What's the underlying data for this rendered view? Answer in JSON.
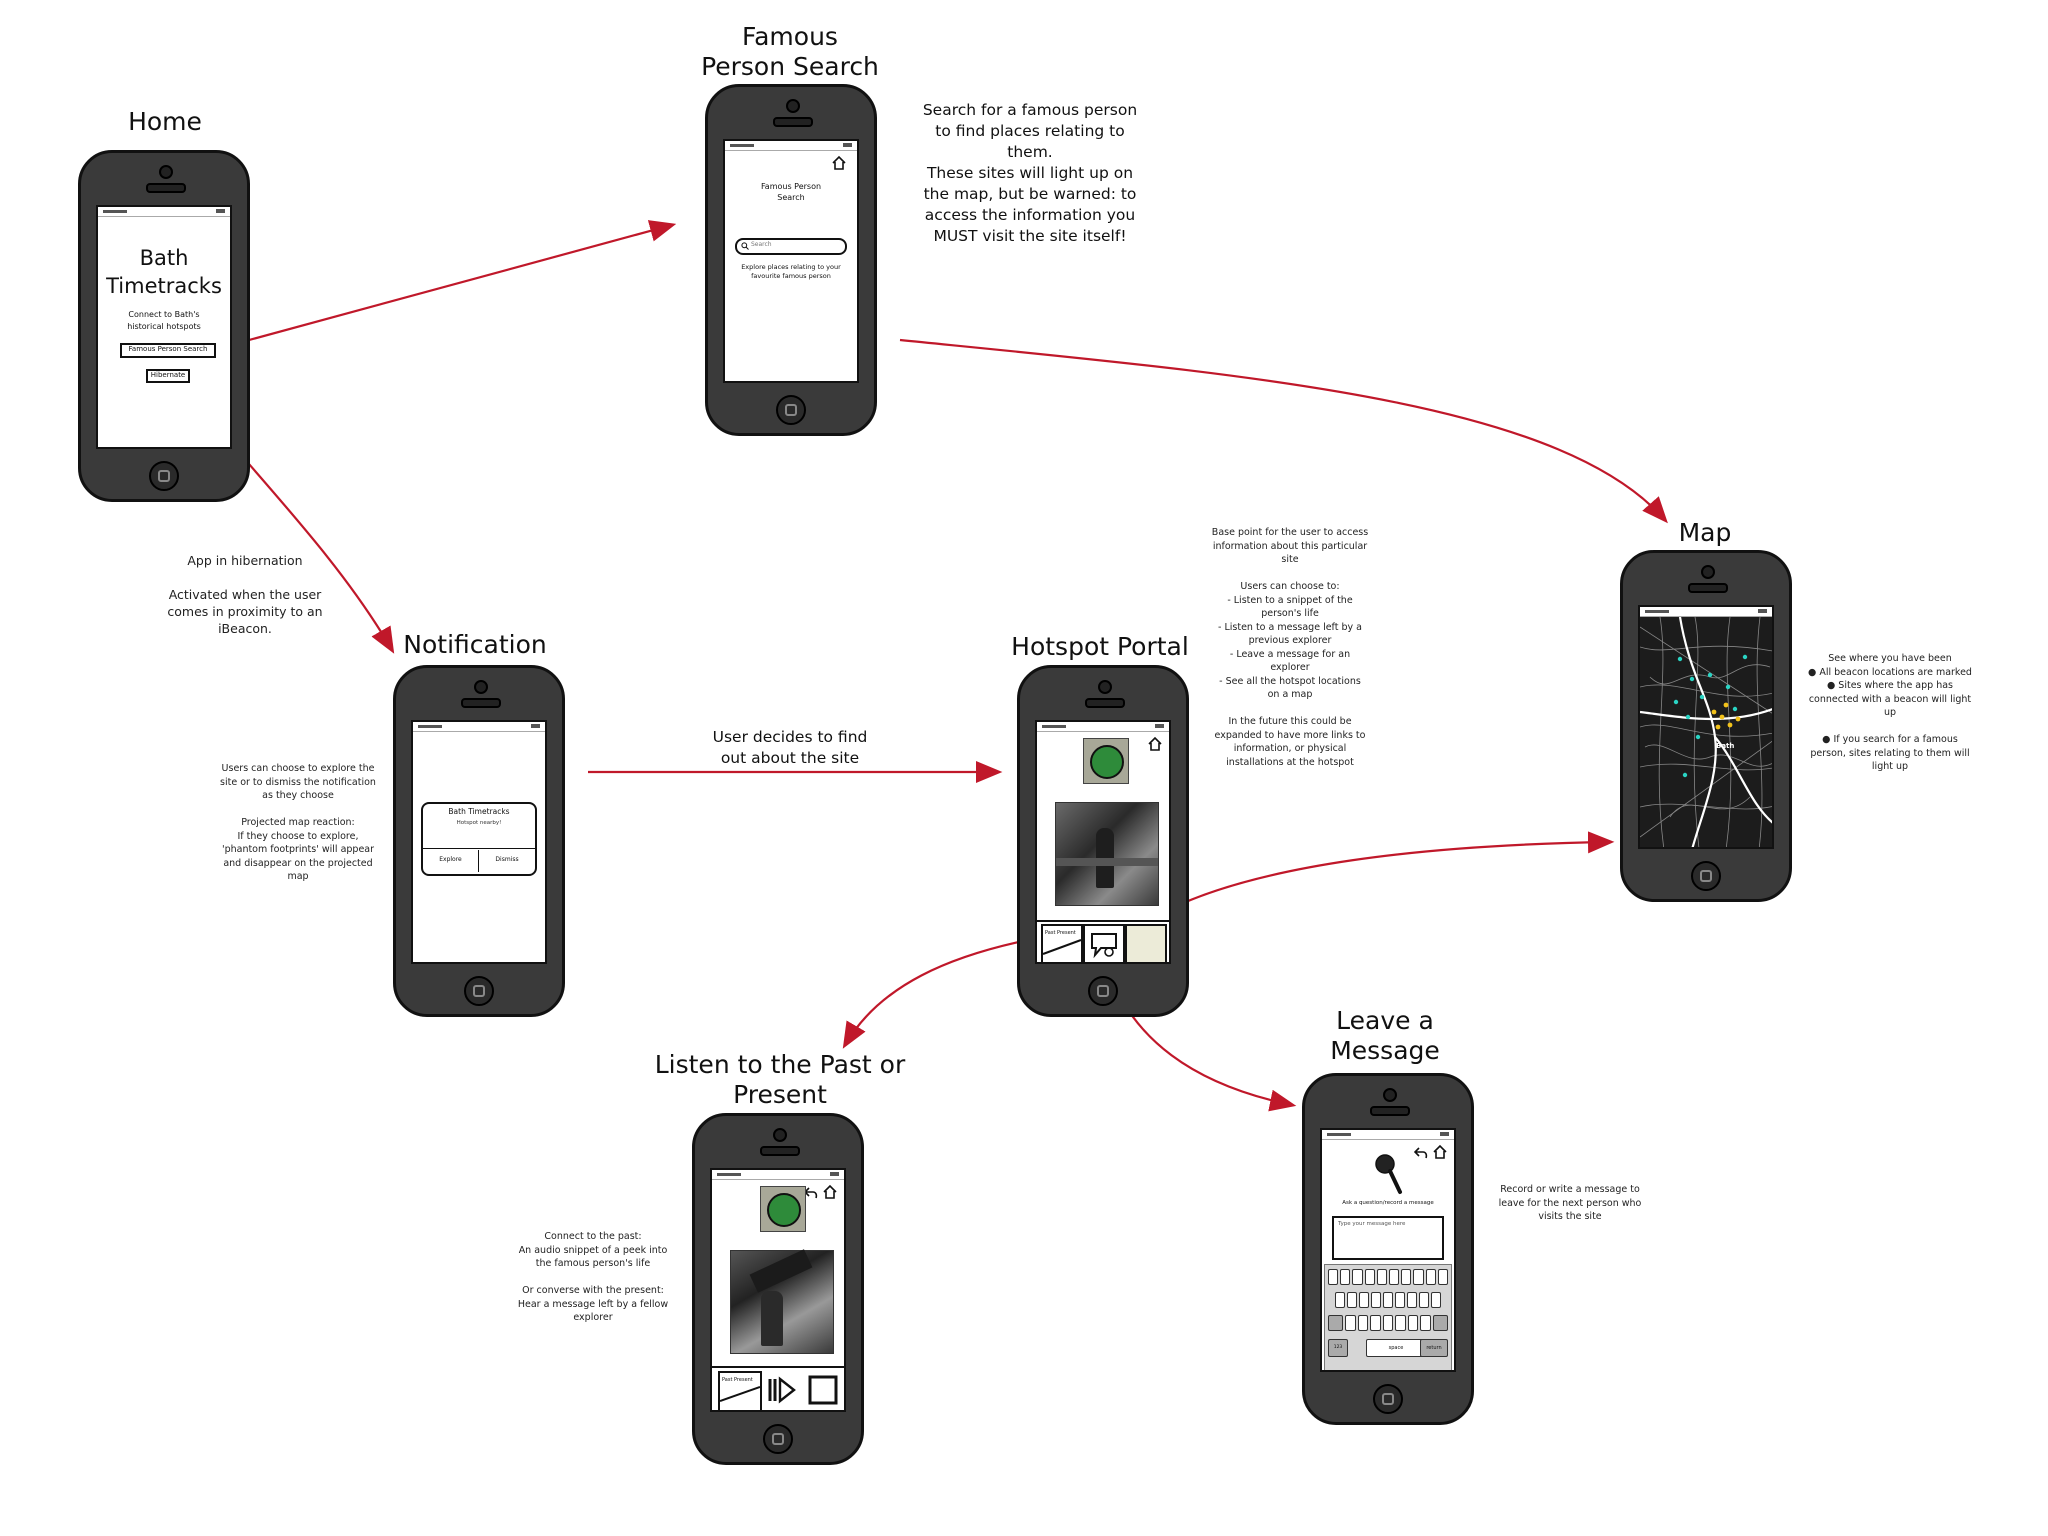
{
  "screens": {
    "home": {
      "title": "Home",
      "app_name_line1": "Bath",
      "app_name_line2": "Timetracks",
      "tagline": "Connect to Bath's historical hotspots",
      "famous_button": "Famous Person Search",
      "hibernate_button": "Hibernate"
    },
    "famous": {
      "title_line1": "Famous",
      "title_line2": "Person Search",
      "screen_heading": "Famous Person Search",
      "search_placeholder": "Search",
      "hint": "Explore places relating to your favourite famous person"
    },
    "notification": {
      "title": "Notification",
      "dialog_title": "Bath Timetracks",
      "dialog_subtitle": "Hotspot nearby!",
      "explore": "Explore",
      "dismiss": "Dismiss"
    },
    "hotspot": {
      "title": "Hotspot Portal",
      "tile_left": "Past Present"
    },
    "map": {
      "title": "Map",
      "place_label": "Bath"
    },
    "listen": {
      "title_line1": "Listen to the Past or",
      "title_line2": "Present",
      "tile_left": "Past Present"
    },
    "message": {
      "title_line1": "Leave a",
      "title_line2": "Message",
      "prompt": "Ask a question/record a message",
      "input_placeholder": "Type your message here",
      "key_space": "space",
      "key_return": "return",
      "key_numbers": "123"
    }
  },
  "annotations": {
    "famous_desc": "Search for a famous person\nto find places relating to\nthem.\nThese sites will light up on\nthe map, but be warned: to\naccess the information you\nMUST visit the site itself!",
    "hibernation": "App in hibernation\n\nActivated when the user\ncomes in proximity to an\niBeacon.",
    "notification_desc": "Users can choose to explore the\nsite or to dismiss the notification\nas they choose\n\nProjected map reaction:\nIf they choose to explore,\n'phantom footprints' will appear\nand disappear on the projected\nmap",
    "user_decides": "User decides to find\nout about the site",
    "hotspot_desc": "Base point for the user to access\ninformation about this particular\nsite\n\nUsers can choose to:\n- Listen to a snippet of the\nperson's life\n- Listen to a message left by a\nprevious explorer\n- Leave a message for an\nexplorer\n- See all the hotspot locations\non a map\n\nIn the future this could be\nexpanded to have more links to\ninformation, or physical\ninstallations at the hotspot",
    "map_desc": "See where you have been\n● All beacon locations are marked\n● Sites where the app has\nconnected with a beacon will light\nup\n\n● If you search for a famous\nperson, sites relating to them will\nlight up",
    "listen_desc": "Connect to the past:\nAn audio snippet of a peek into\nthe famous person's life\n\nOr converse with the present:\nHear a message left by a fellow\nexplorer",
    "message_desc": "Record or write a message to\nleave for the next person who\nvisits the site"
  },
  "colors": {
    "arrow": "#c0182a",
    "phone_body": "#3a3a3a",
    "badge_green": "#2e8b3a",
    "map_bg": "#1c1c1c",
    "beacon_cyan": "#2ad4c4",
    "beacon_yellow": "#f2c21b"
  },
  "icons": [
    "home-icon",
    "back-arrow-icon",
    "microphone-icon",
    "speech-bubble-icon",
    "play-pause-icon",
    "stop-icon",
    "search-icon"
  ]
}
